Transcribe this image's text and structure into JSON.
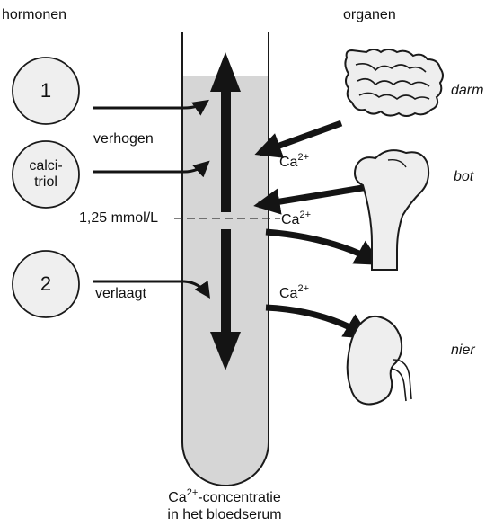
{
  "headers": {
    "left": "hormonen",
    "right": "organen"
  },
  "hormones": [
    {
      "id": "hormone-1",
      "label": "1"
    },
    {
      "id": "hormone-calcitriol",
      "label_line1": "calci-",
      "label_line2": "triol"
    },
    {
      "id": "hormone-2",
      "label": "2"
    }
  ],
  "effects": {
    "increase": "verhogen",
    "decrease": "verlaagt"
  },
  "threshold": {
    "label": "1,25 mmol/L"
  },
  "ion": {
    "base": "Ca",
    "charge": "2+"
  },
  "organs": {
    "intestine": "darm",
    "bone": "bot",
    "kidney": "nier"
  },
  "caption": {
    "suffix": "-concentratie",
    "line2": "in het bloedserum"
  },
  "colors": {
    "tube_fill": "#d6d6d6",
    "circle_fill": "#efefef",
    "arrow": "#141414",
    "organ_fill": "#eeeeee"
  }
}
